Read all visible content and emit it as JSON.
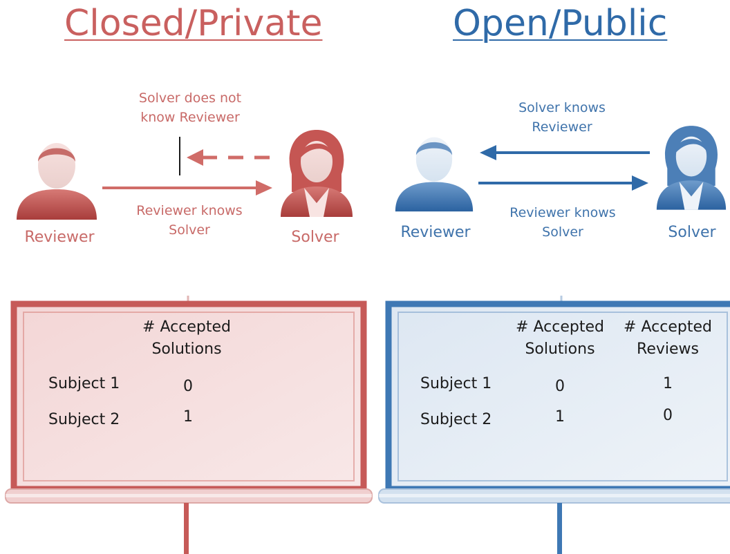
{
  "closed": {
    "title": "Closed/Private",
    "solver_note": [
      "Solver does not",
      "know Reviewer"
    ],
    "reviewer_note": [
      "Reviewer knows",
      "Solver"
    ],
    "reviewer_label": "Reviewer",
    "solver_label": "Solver",
    "table": {
      "headers": [
        "# Accepted",
        "Solutions"
      ],
      "rows": [
        {
          "label": "Subject 1",
          "solutions": "0"
        },
        {
          "label": "Subject 2",
          "solutions": "1"
        }
      ]
    }
  },
  "open": {
    "title": "Open/Public",
    "solver_note": [
      "Solver knows",
      "Reviewer"
    ],
    "reviewer_note": [
      "Reviewer knows",
      "Solver"
    ],
    "reviewer_label": "Reviewer",
    "solver_label": "Solver",
    "table": {
      "headers_solutions": [
        "# Accepted",
        "Solutions"
      ],
      "headers_reviews": [
        "# Accepted",
        "Reviews"
      ],
      "rows": [
        {
          "label": "Subject 1",
          "solutions": "0",
          "reviews": "1"
        },
        {
          "label": "Subject 2",
          "solutions": "1",
          "reviews": "0"
        }
      ]
    }
  },
  "colors": {
    "closed_accent": "#c9605f",
    "open_accent": "#2f6aa8"
  }
}
